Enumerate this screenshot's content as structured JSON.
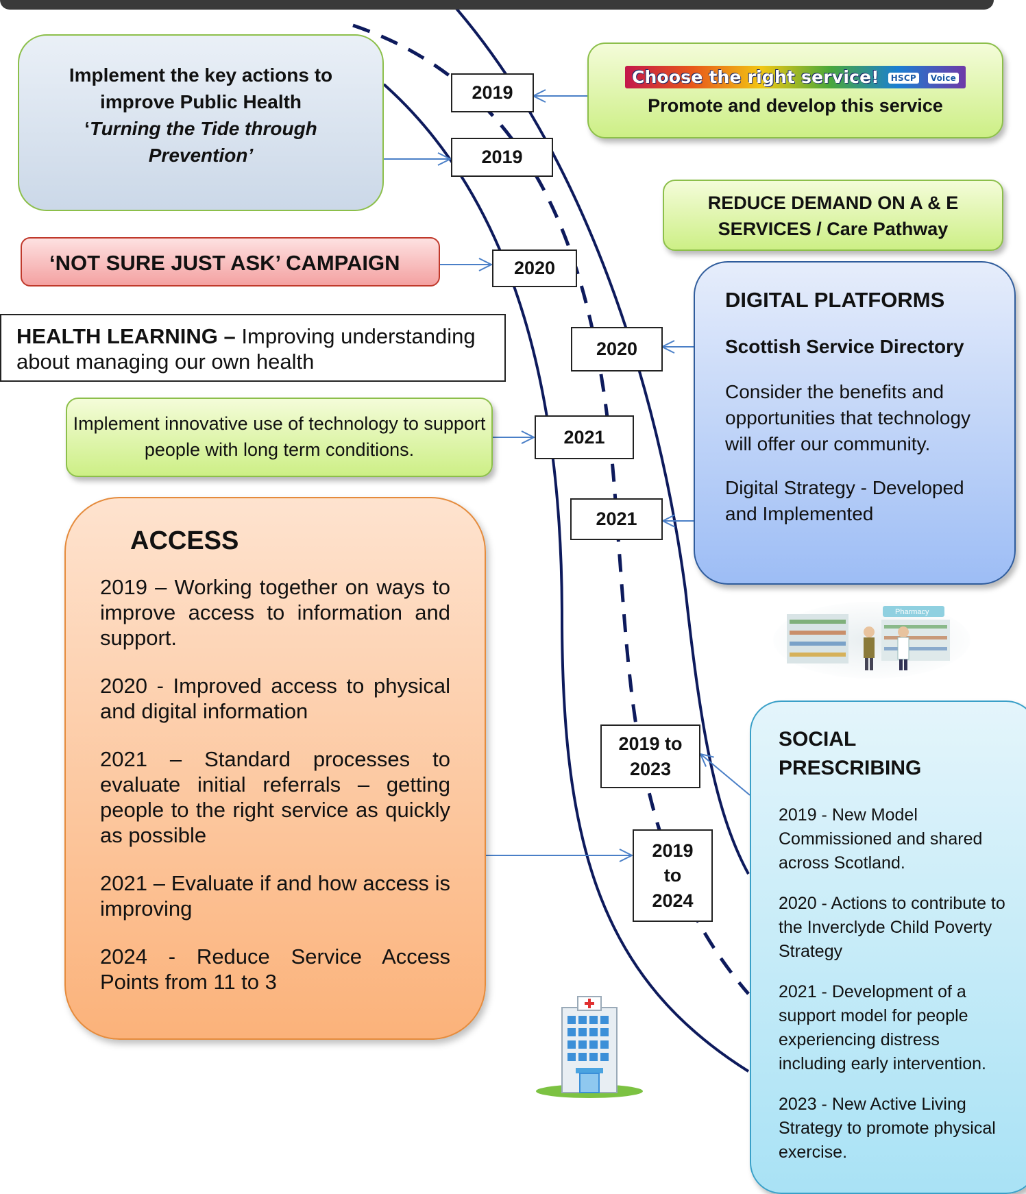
{
  "years": {
    "y1": "2019",
    "y2": "2019",
    "y3": "2020",
    "y4": "2020",
    "y5": "2021",
    "y6": "2021",
    "y7": [
      "2019 to",
      "2023"
    ],
    "y8": [
      "2019",
      "to",
      "2024"
    ]
  },
  "public_health": {
    "line1": "Implement the key actions to improve Public Health",
    "quote_open": "‘",
    "italic": "Turning the Tide through Prevention’"
  },
  "choose_service": {
    "banner": "Choose the right service!",
    "badge1": "HSCP",
    "badge2": "Voice",
    "line": "Promote and develop this service"
  },
  "reduce_demand": {
    "text": "REDUCE DEMAND ON A & E SERVICES / Care Pathway"
  },
  "campaign": {
    "text": "‘NOT SURE JUST ASK’ CAMPAIGN"
  },
  "health_learning": {
    "bold": "HEALTH LEARNING –",
    "text": " Improving understanding about managing our own health"
  },
  "technology": {
    "text": "Implement innovative use of technology to support people with long term conditions."
  },
  "digital": {
    "heading": "DIGITAL PLATFORMS",
    "sub": "Scottish Service Directory",
    "body1": "Consider the benefits and opportunities that technology will offer our community.",
    "body2": "Digital Strategy - Developed and Implemented"
  },
  "access": {
    "heading": "ACCESS",
    "items": [
      "2019 – Working together on ways to improve access to information and support.",
      "2020 - Improved access to physical and digital information",
      "2021 – Standard processes to evaluate initial referrals – getting people to the right service as quickly as possible",
      "2021 – Evaluate if and how access is improving",
      "2024 - Reduce Service Access Points from 11 to 3"
    ]
  },
  "social": {
    "heading1": "SOCIAL",
    "heading2": "PRESCRIBING",
    "items": [
      "2019 - New Model Commissioned and shared across Scotland.",
      "2020 - Actions to contribute to the Inverclyde Child Poverty Strategy",
      "2021 - Development of a support model for people experiencing distress including early intervention.",
      "2023 - New Active Living Strategy to promote physical exercise."
    ]
  },
  "pharmacy_sign": "Pharmacy",
  "colors": {
    "road": "#0d1a5c",
    "connector": "#4a7fc7",
    "green_border": "#8cbf4a",
    "access_fill": "#fbb27a",
    "digital_fill": "#9dbdf5",
    "social_fill": "#a9e2f5"
  }
}
